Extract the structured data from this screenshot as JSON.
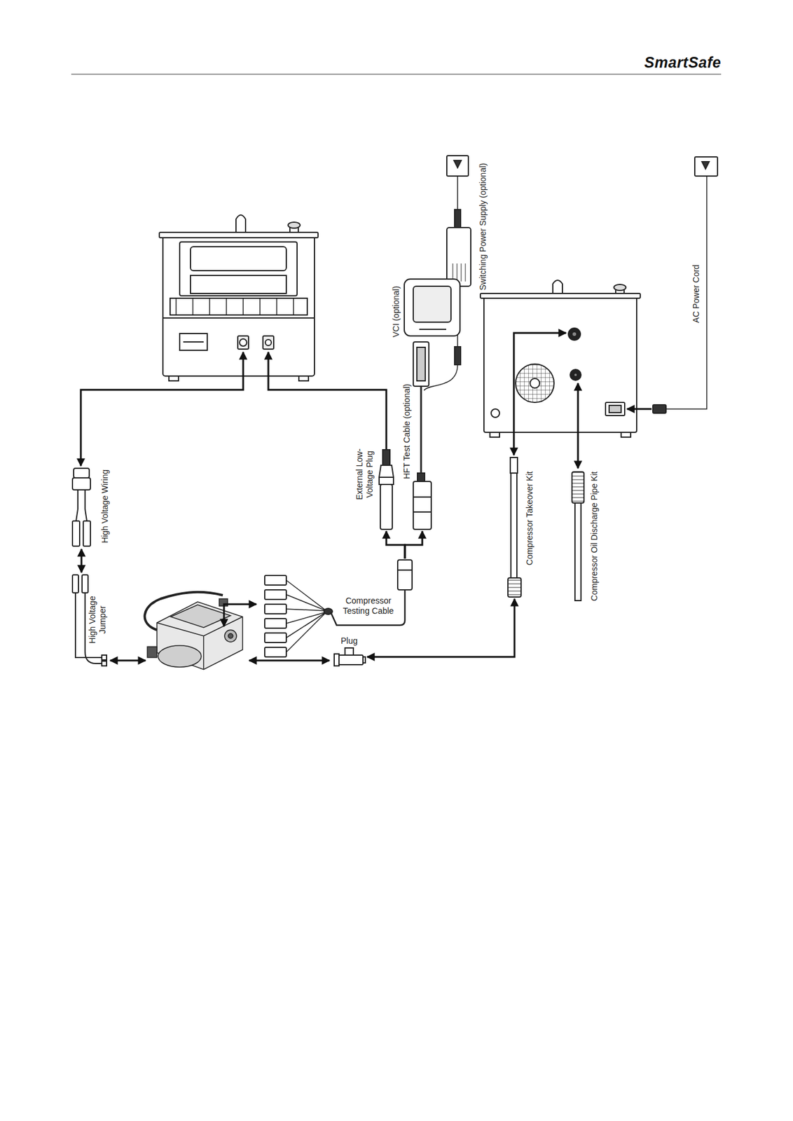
{
  "diagram": {
    "nodes": [
      {
        "text": [
          "Switching Power Supply (optional)"
        ]
      },
      {
        "text": [
          "AC Power Cord"
        ]
      },
      {
        "text": [
          "VCI (optional)"
        ]
      },
      {
        "text": [
          "HFT Test Cable (optional)"
        ]
      },
      {
        "text": [
          "External Low-Voltage Plug"
        ]
      },
      {
        "text": [
          "High Voltage Wiring"
        ]
      },
      {
        "text": [
          "Compressor Takeover Kit"
        ]
      },
      {
        "text": [
          "Compressor Oil Discharge Pipe Kit"
        ]
      },
      {
        "text": [
          "Compressor Testing Cable"
        ]
      },
      {
        "text": [
          "High Voltage Jumper"
        ]
      },
      {
        "text": [
          "Plug"
        ]
      }
    ],
    "edges": [
      {
        "from": 5,
        "to": 9,
        "arrow": "both"
      },
      {
        "from": 8,
        "to": 4,
        "arrow": "to"
      },
      {
        "from": 8,
        "to": 3,
        "arrow": "to"
      },
      {
        "from": 10,
        "to": 6,
        "arrow": "both"
      }
    ],
    "labels": [
      "SmartSafe"
    ]
  }
}
